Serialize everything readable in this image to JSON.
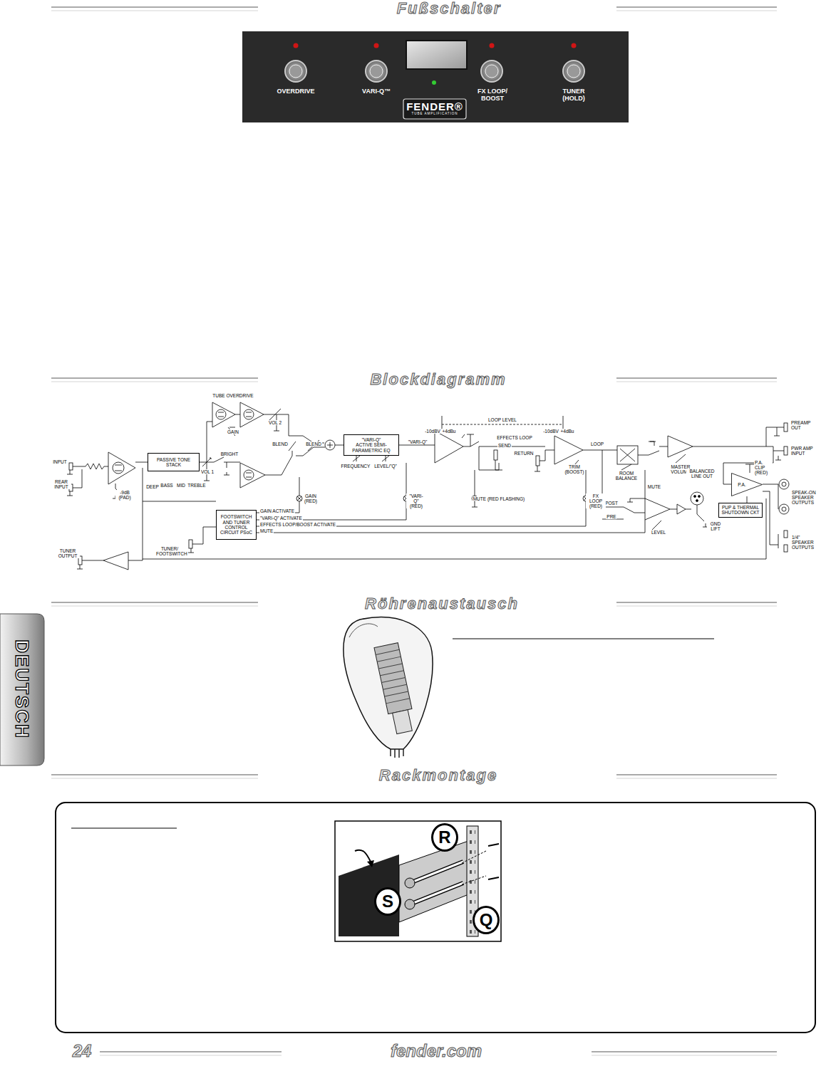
{
  "diagram": {
    "nodes": [
      {
        "text": [
          "PASSIVE TONE STACK"
        ]
      },
      {
        "text": [
          "\"VARI-Q\"",
          "ACTIVE SEMI-PARAMETRIC EQ"
        ]
      },
      {
        "text": [
          "FOOTSWITCH AND TUNER CONTROL CIRCUIT PSoC"
        ]
      },
      {
        "text": [
          "P.A."
        ]
      },
      {
        "text": [
          "PUP & THERMAL SHUTDOWN CKT"
        ]
      },
      {
        "text": [
          "R"
        ]
      },
      {
        "text": [
          "S"
        ]
      },
      {
        "text": [
          "Q"
        ]
      }
    ],
    "edges": [
      {
        "from": 4,
        "to": 3,
        "arrow": "none"
      }
    ],
    "labels": [
      "Fußschalter",
      "OVERDRIVE",
      "VARI-Q™",
      "FX LOOP/ BOOST",
      "TUNER (HOLD)",
      "FENDER®",
      "TUBE AMPLIFICATION",
      "Blockdiagramm",
      "TUBE OVERDRIVE",
      "GAIN",
      "VOL 2",
      "BLEND",
      "BLEND",
      "BRIGHT",
      "VOL 1",
      "INPUT",
      "REAR INPUT",
      "-9dB (PAD)",
      "DEEP",
      "BASS",
      "MID",
      "TREBLE",
      "FREQUENCY",
      "LEVEL/\"Q\"",
      "\"VARI-Q\"",
      "LOOP LEVEL",
      "-10dBV",
      "+4dBu",
      "-10dBV",
      "+4dBu",
      "EFFECTS LOOP",
      "SEND",
      "RETURN",
      "TRIM (BOOST)",
      "LOOP",
      "ROOM BALANCE",
      "MASTER VOLUME",
      "MUTE",
      "POST",
      "PRE",
      "LEVEL",
      "BALANCED LINE OUT",
      "GND LIFT",
      "GAIN (RED)",
      "\"VARI-Q\" (RED)",
      "MUTE (RED FLASHING)",
      "FX LOOP (RED)",
      "GAIN ACTIVATE",
      "\"VARI-Q\" ACTIVATE",
      "EFFECTS LOOP/BOOST ACTIVATE",
      "MUTE",
      "TUNER/ FOOTSWITCH",
      "TUNER OUTPUT",
      "PREAMP OUT",
      "PWR AMP INPUT",
      "P.A. CLIP (RED)",
      "SPEAK-ON SPEAKER OUTPUTS",
      "1/4\" SPEAKER OUTPUTS",
      "Röhrenaustausch",
      "DEUTSCH",
      "Rackmontage",
      "24",
      "fender.com"
    ]
  }
}
